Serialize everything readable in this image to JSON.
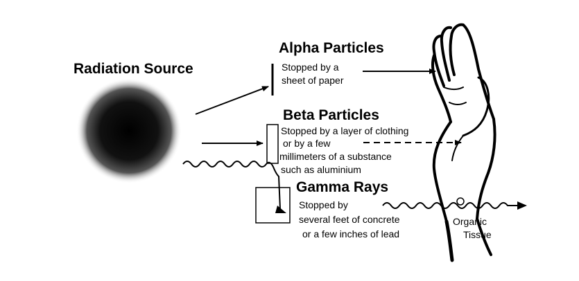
{
  "source": {
    "label": "Radiation Source"
  },
  "alpha": {
    "title": "Alpha Particles",
    "desc": [
      "Stopped by a",
      "sheet of paper"
    ]
  },
  "beta": {
    "title": "Beta Particles",
    "desc": [
      "Stopped by a layer of clothing",
      "or by a few",
      "millimeters of a substance",
      "such as aluminium"
    ]
  },
  "gamma": {
    "title": "Gamma Rays",
    "desc": [
      "Stopped by",
      "several feet of concrete",
      "or a few inches of lead"
    ]
  },
  "tissue": {
    "label": [
      "Organic",
      "Tissue"
    ]
  },
  "colors": {
    "ink": "#000000",
    "background": "#ffffff"
  }
}
